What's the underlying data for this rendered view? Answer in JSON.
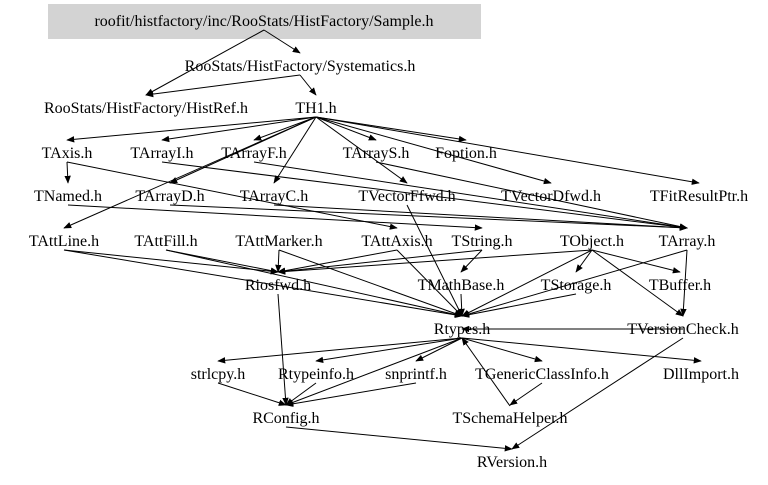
{
  "graph": {
    "root": "Sample",
    "nodes": {
      "Sample": "roofit/histfactory/inc/RooStats/HistFactory/Sample.h",
      "Systematics": "RooStats/HistFactory/Systematics.h",
      "HistRef": "RooStats/HistFactory/HistRef.h",
      "TH1": "TH1.h",
      "TAxis": "TAxis.h",
      "TArrayI": "TArrayI.h",
      "TArrayF": "TArrayF.h",
      "TArrayS": "TArrayS.h",
      "Foption": "Foption.h",
      "TNamed": "TNamed.h",
      "TArrayD": "TArrayD.h",
      "TArrayC": "TArrayC.h",
      "TVectorFfwd": "TVectorFfwd.h",
      "TVectorDfwd": "TVectorDfwd.h",
      "TFitResultPtr": "TFitResultPtr.h",
      "TAttLine": "TAttLine.h",
      "TAttFill": "TAttFill.h",
      "TAttMarker": "TAttMarker.h",
      "TAttAxis": "TAttAxis.h",
      "TString": "TString.h",
      "TObject": "TObject.h",
      "TArray": "TArray.h",
      "Riosfwd": "Riosfwd.h",
      "TMathBase": "TMathBase.h",
      "TStorage": "TStorage.h",
      "TBuffer": "TBuffer.h",
      "Rtypes": "Rtypes.h",
      "TVersionCheck": "TVersionCheck.h",
      "strlcpy": "strlcpy.h",
      "Rtypeinfo": "Rtypeinfo.h",
      "snprintf": "snprintf.h",
      "TGenericClassInfo": "TGenericClassInfo.h",
      "DllImport": "DllImport.h",
      "RConfig": "RConfig.h",
      "TSchemaHelper": "TSchemaHelper.h",
      "RVersion": "RVersion.h"
    },
    "edges": [
      [
        "Sample",
        "HistRef"
      ],
      [
        "Sample",
        "Systematics"
      ],
      [
        "Systematics",
        "HistRef"
      ],
      [
        "Systematics",
        "TH1"
      ],
      [
        "TH1",
        "TAxis"
      ],
      [
        "TH1",
        "TArrayI"
      ],
      [
        "TH1",
        "TArrayF"
      ],
      [
        "TH1",
        "TArrayS"
      ],
      [
        "TH1",
        "Foption"
      ],
      [
        "TH1",
        "TArrayD"
      ],
      [
        "TH1",
        "TArrayC"
      ],
      [
        "TH1",
        "TVectorFfwd"
      ],
      [
        "TH1",
        "TVectorDfwd"
      ],
      [
        "TH1",
        "TFitResultPtr"
      ],
      [
        "TH1",
        "TAttLine"
      ],
      [
        "TAxis",
        "TNamed"
      ],
      [
        "TAxis",
        "TAttAxis"
      ],
      [
        "TArrayI",
        "TArray"
      ],
      [
        "TArrayF",
        "TArray"
      ],
      [
        "TArrayS",
        "TArray"
      ],
      [
        "TArrayD",
        "TArray"
      ],
      [
        "TArrayC",
        "TArray"
      ],
      [
        "TNamed",
        "TString"
      ],
      [
        "TVectorFfwd",
        "Rtypes"
      ],
      [
        "TAttLine",
        "Riosfwd"
      ],
      [
        "TAttLine",
        "Rtypes"
      ],
      [
        "TAttFill",
        "Riosfwd"
      ],
      [
        "TAttFill",
        "Rtypes"
      ],
      [
        "TAttMarker",
        "Riosfwd"
      ],
      [
        "TAttMarker",
        "Rtypes"
      ],
      [
        "TAttAxis",
        "Riosfwd"
      ],
      [
        "TAttAxis",
        "Rtypes"
      ],
      [
        "TString",
        "Riosfwd"
      ],
      [
        "TString",
        "TMathBase"
      ],
      [
        "TObject",
        "Riosfwd"
      ],
      [
        "TObject",
        "TStorage"
      ],
      [
        "TObject",
        "TBuffer"
      ],
      [
        "TObject",
        "TVersionCheck"
      ],
      [
        "TObject",
        "Rtypes"
      ],
      [
        "TArray",
        "TVersionCheck"
      ],
      [
        "TArray",
        "Rtypes"
      ],
      [
        "TMathBase",
        "Rtypes"
      ],
      [
        "TStorage",
        "Rtypes"
      ],
      [
        "TVersionCheck",
        "Rtypes"
      ],
      [
        "TVersionCheck",
        "RVersion"
      ],
      [
        "Riosfwd",
        "RConfig"
      ],
      [
        "Rtypes",
        "strlcpy"
      ],
      [
        "Rtypes",
        "Rtypeinfo"
      ],
      [
        "Rtypes",
        "snprintf"
      ],
      [
        "Rtypes",
        "TGenericClassInfo"
      ],
      [
        "Rtypes",
        "DllImport"
      ],
      [
        "Rtypes",
        "RConfig"
      ],
      [
        "strlcpy",
        "RConfig"
      ],
      [
        "Rtypeinfo",
        "RConfig"
      ],
      [
        "snprintf",
        "RConfig"
      ],
      [
        "TGenericClassInfo",
        "TSchemaHelper"
      ],
      [
        "TSchemaHelper",
        "Rtypes"
      ],
      [
        "RConfig",
        "RVersion"
      ]
    ]
  }
}
